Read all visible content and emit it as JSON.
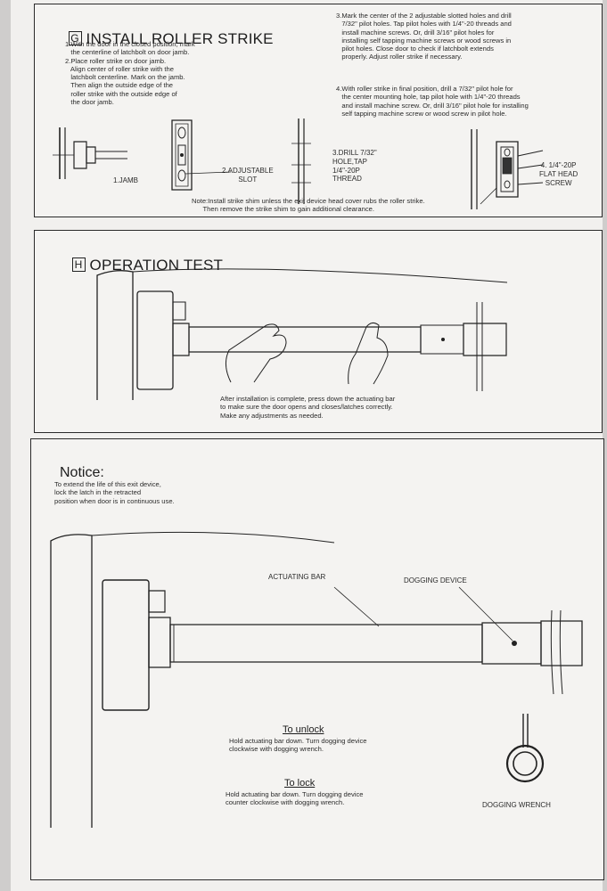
{
  "section_g": {
    "letter": "G",
    "title": "INSTALL ROLLER STRIKE",
    "step1_2": "1.With the door in the closed position, mark\n   the centerline of latchbolt on door jamb.\n2.Place roller strike on door jamb.\n   Align center of roller strike with the\n   latchbolt centerline. Mark on the jamb.\n   Then align the outside edge of the\n   roller strike with the outside edge of\n   the door jamb.",
    "step3": "3.Mark the center of the 2 adjustable slotted holes and drill\n   7/32\" pilot holes. Tap pilot holes with 1/4\"-20 threads and\n   install machine screws. Or, drill 3/16\" pilot holes for\n   installing self tapping machine screws or wood screws in\n   pilot holes. Close door to check if latchbolt extends\n   properly. Adjust roller strike if necessary.",
    "step4": "4.With roller strike in final position, drill a 7/32\" pilot hole for\n   the center mounting hole, tap pilot hole with 1/4\"-20 threads\n   and install machine screw. Or, drill 3/16\" pilot hole for installing\n   self tapping machine screw or wood screw in pilot hole.",
    "label_jamb": "1.JAMB",
    "label_slot": "2.ADJUSTABLE\nSLOT",
    "label_drill": "3.DRILL 7/32\"\nHOLE,TAP\n1/4\"-20P\nTHREAD",
    "label_screw": "4. 1/4\"-20P\nFLAT HEAD\nSCREW",
    "note": "Note:Install strike shim unless the exit device head cover rubs the roller strike.\n      Then remove the strike shim to gain additional clearance."
  },
  "section_h": {
    "letter": "H",
    "title": "OPERATION TEST",
    "caption": "After installation is complete, press down the actuating bar\nto make sure the door opens and closes/latches correctly.\nMake any adjustments as needed."
  },
  "notice": {
    "title": "Notice:",
    "body": "To extend the life of this exit device,\nlock the latch in the retracted\nposition when door is in continuous use.",
    "label_actuating_bar": "ACTUATING BAR",
    "label_dogging_device": "DOGGING DEVICE",
    "unlock_title": "To unlock",
    "unlock_text": "Hold actuating bar down. Turn dogging device\nclockwise with dogging wrench.",
    "lock_title": "To lock",
    "lock_text": "Hold actuating bar down. Turn dogging device\ncounter clockwise with dogging wrench.",
    "label_dogging_wrench": "DOGGING WRENCH"
  }
}
